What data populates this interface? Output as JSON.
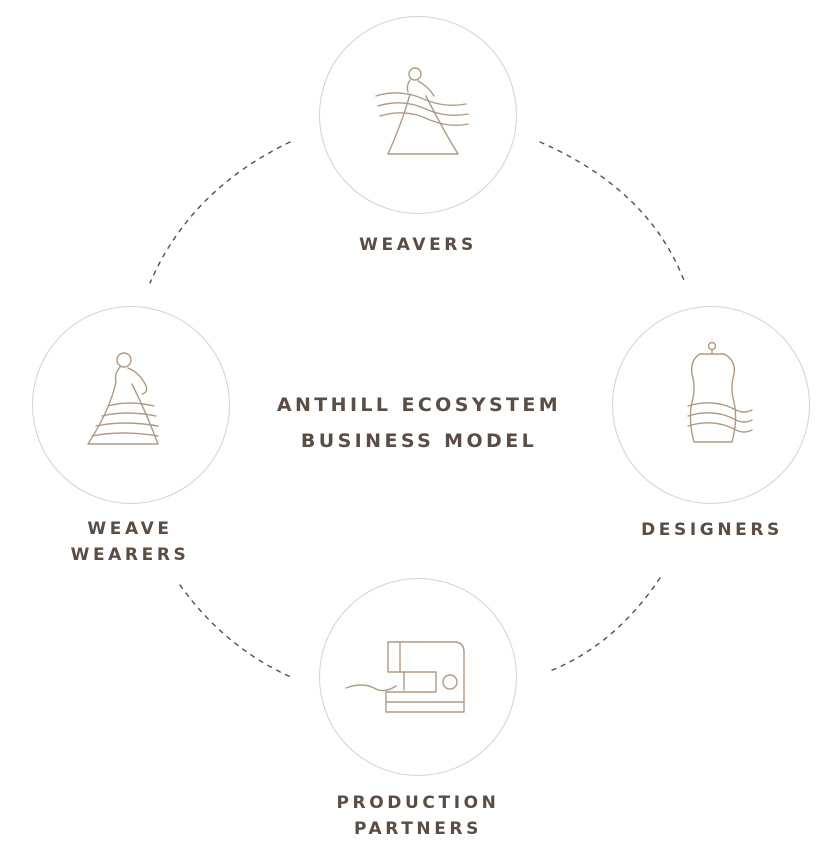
{
  "title": {
    "line1": "ANTHILL ECOSYSTEM",
    "line2": "BUSINESS MODEL"
  },
  "nodes": {
    "weavers": {
      "label": "WEAVERS",
      "icon": "weaver-figure-icon"
    },
    "designers": {
      "label": "DESIGNERS",
      "icon": "dress-form-icon"
    },
    "production": {
      "line1": "PRODUCTION",
      "line2": "PARTNERS",
      "icon": "sewing-machine-icon"
    },
    "wearers": {
      "line1": "WEAVE",
      "line2": "WEARERS",
      "icon": "woman-in-saree-icon"
    }
  },
  "colors": {
    "icon_stroke": "#b09a84",
    "circle_border": "#d6d1cb",
    "text": "#5a4d45",
    "connector": "#5a4d45"
  }
}
